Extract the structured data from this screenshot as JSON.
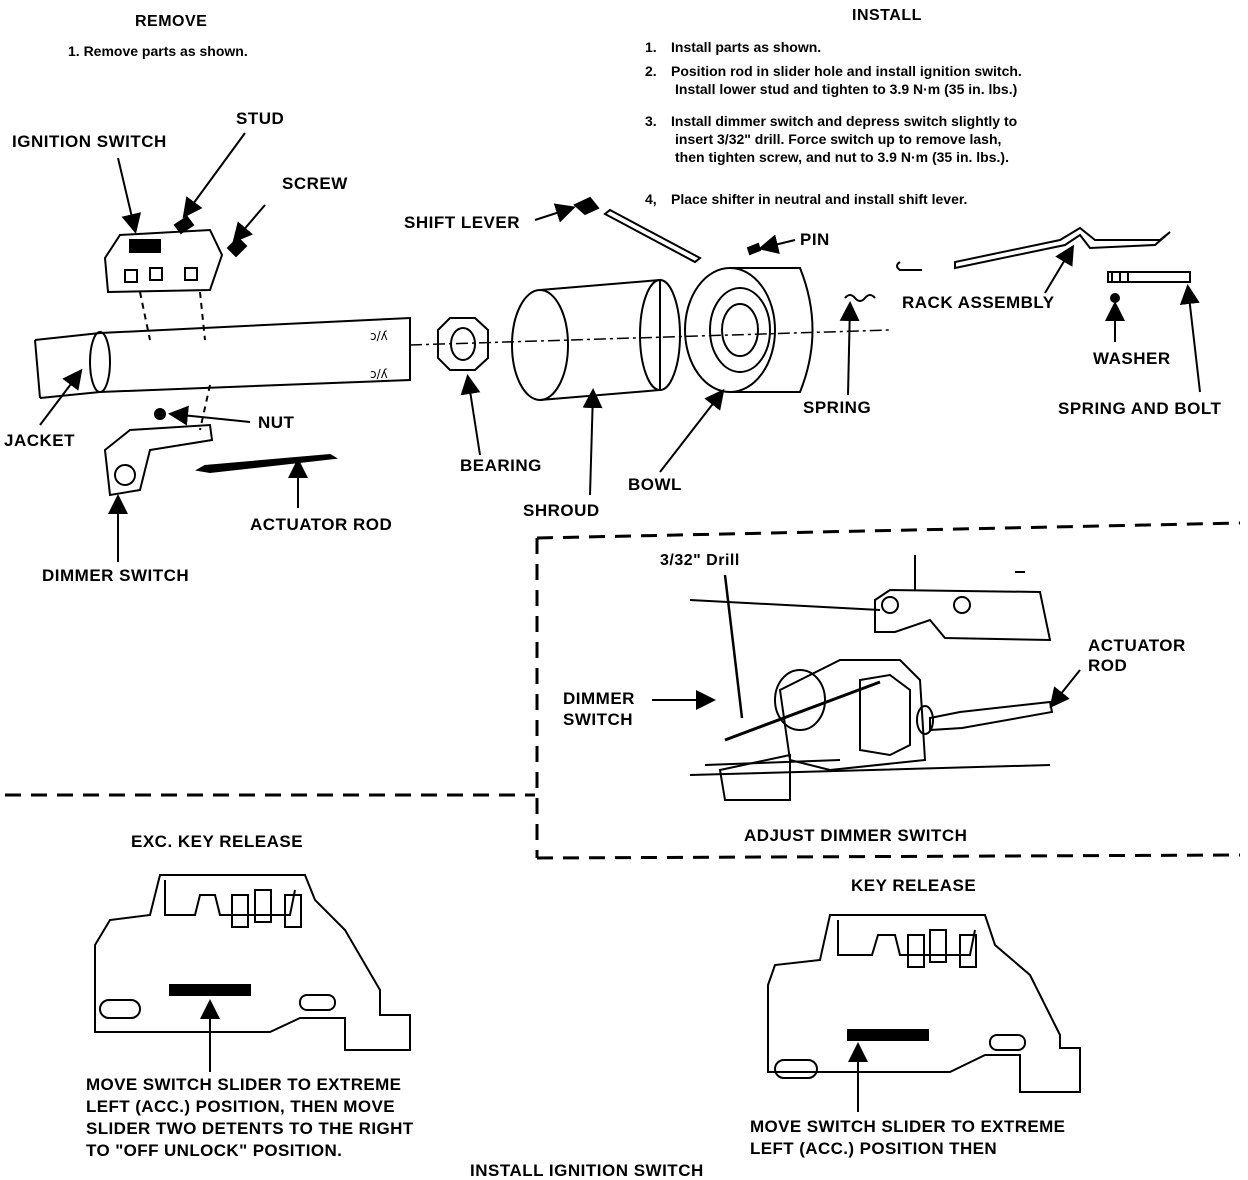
{
  "remove": {
    "heading": "REMOVE",
    "step1": "1.  Remove parts as shown."
  },
  "install": {
    "heading": "INSTALL",
    "steps": [
      {
        "num": "1.",
        "text": "Install parts as shown."
      },
      {
        "num": "2.",
        "text": "Position rod in slider hole and install ignition switch.",
        "cont": "Install lower stud and tighten to 3.9 N·m (35 in. lbs.)"
      },
      {
        "num": "3.",
        "text": "Install dimmer switch and depress switch slightly to",
        "cont": "insert 3/32\" drill. Force switch up to remove lash,",
        "cont2": "then tighten screw, and nut to 3.9 N·m (35 in. lbs.)."
      },
      {
        "num": "4,",
        "text": "Place shifter in neutral and install shift lever."
      }
    ]
  },
  "labels": {
    "stud": "STUD",
    "ignition_switch": "IGNITION SWITCH",
    "screw": "SCREW",
    "jacket": "JACKET",
    "nut": "NUT",
    "actuator_rod": "ACTUATOR ROD",
    "dimmer_switch": "DIMMER SWITCH",
    "bearing": "BEARING",
    "shroud": "SHROUD",
    "bowl": "BOWL",
    "shift_lever": "SHIFT LEVER",
    "pin": "PIN",
    "spring": "SPRING",
    "rack_assembly": "RACK ASSEMBLY",
    "washer": "WASHER",
    "spring_and_bolt": "SPRING AND BOLT"
  },
  "adjust": {
    "drill": "3/32\" Drill",
    "dimmer_line1": "DIMMER",
    "dimmer_line2": "SWITCH",
    "actuator_line1": "ACTUATOR",
    "actuator_line2": "ROD",
    "caption": "ADJUST DIMMER SWITCH"
  },
  "exc_key": {
    "heading": "EXC. KEY RELEASE",
    "note": [
      "MOVE SWITCH SLIDER TO EXTREME",
      "LEFT (ACC.) POSITION, THEN MOVE",
      "SLIDER TWO DETENTS TO THE RIGHT",
      "TO \"OFF UNLOCK\" POSITION."
    ]
  },
  "key_release": {
    "heading": "KEY RELEASE",
    "note": [
      "MOVE SWITCH SLIDER TO EXTREME",
      "LEFT (ACC.) POSITION THEN"
    ]
  },
  "footer": "INSTALL IGNITION SWITCH"
}
